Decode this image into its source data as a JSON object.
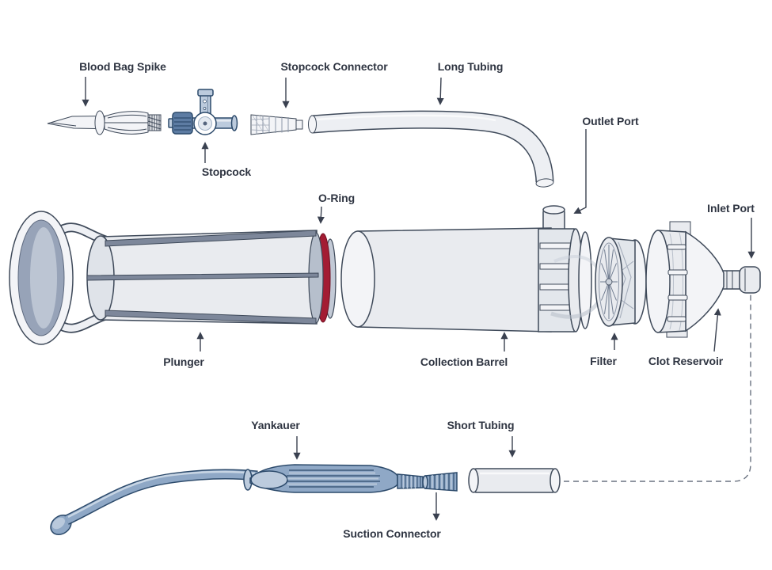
{
  "diagram": {
    "background": "#ffffff"
  },
  "labels": {
    "blood_bag_spike": "Blood Bag Spike",
    "stopcock": "Stopcock",
    "stopcock_connector": "Stopcock Connector",
    "long_tubing": "Long Tubing",
    "outlet_port": "Outlet Port",
    "o_ring": "O-Ring",
    "inlet_port": "Inlet Port",
    "plunger": "Plunger",
    "collection_barrel": "Collection Barrel",
    "filter": "Filter",
    "clot_reservoir": "Clot Reservoir",
    "yankauer": "Yankauer",
    "short_tubing": "Short Tubing",
    "suction_connector": "Suction Connector"
  },
  "colors": {
    "label_text": "#2f3542",
    "outline": "#3f4a5a",
    "part_fill": "#e9ebef",
    "part_fill_light": "#f3f4f7",
    "blue_fill": "#8fa8c6",
    "blue_light": "#bccbdd",
    "blue_dark": "#2c4a6b",
    "blue_knob": "#5d7ca3",
    "o_ring_red": "#a31c33",
    "rail_gray": "#7d879a",
    "handle_gray": "#97a3b8",
    "leader_line": "#3a4150",
    "dashed_line": "#6a7280"
  }
}
